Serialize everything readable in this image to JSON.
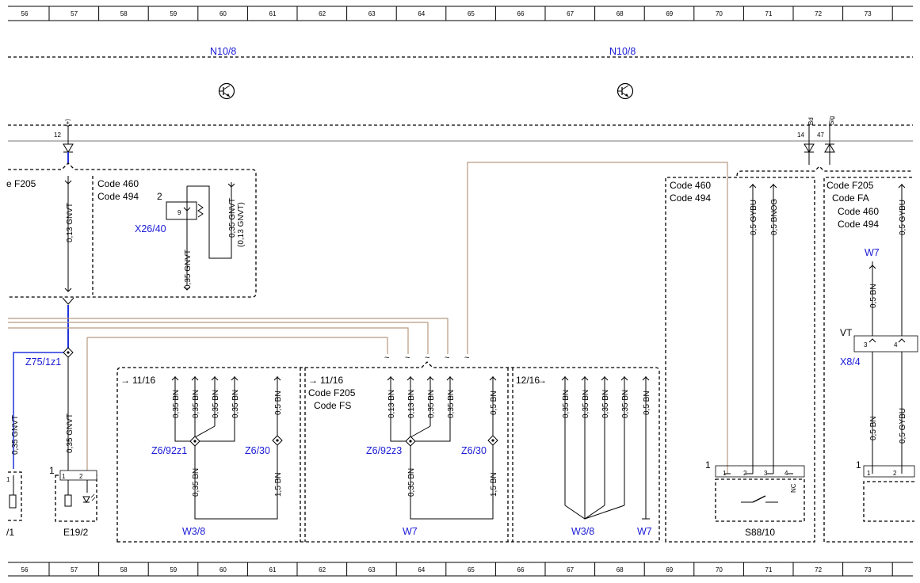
{
  "grid": {
    "numbers": [
      "56",
      "57",
      "58",
      "59",
      "60",
      "61",
      "62",
      "63",
      "64",
      "65",
      "66",
      "67",
      "68",
      "69",
      "70",
      "71",
      "72",
      "73"
    ]
  },
  "ecu": {
    "left": "N10/8",
    "right": "N10/8"
  },
  "pins_top": {
    "p12": "12",
    "p12sig": "(+)",
    "p14": "14",
    "p14sig": "Bd",
    "p47": "47",
    "p47sig": "Sig"
  },
  "codes": {
    "left_partial": "e F205",
    "c460": "Code 460",
    "c494": "Code 494",
    "f205": "Code F205",
    "fs": "Code FS",
    "fa": "Code FA",
    "sec1": "11/16",
    "sec2": "11/16",
    "sec3": "12/16"
  },
  "components": {
    "x26_40": "X26/40",
    "x26_pin2": "2",
    "x26_pin9": "9",
    "z75": "Z75/1z1",
    "z6_92z1": "Z6/92z1",
    "z6_30a": "Z6/30",
    "z6_92z3": "Z6/92z3",
    "z6_30b": "Z6/30",
    "w3_8a": "W3/8",
    "w7a": "W7",
    "w3_8b": "W3/8",
    "w7b": "W7",
    "w7c": "W7",
    "x8_4": "X8/4",
    "vt": "VT",
    "e19_2": "E19/2",
    "left_cut": "/1",
    "s88_10": "S88/10",
    "pin1": "1",
    "pin2": "2",
    "pin3": "3",
    "pin4": "4",
    "nc": "NC"
  },
  "wires": {
    "gnvt013": "0,13 GNVT",
    "gnvt035": "0,35 GNVT",
    "gnvt035alt": "(0,13 GNVT)",
    "bn035": "0,35 BN",
    "bn05": "0,5 BN",
    "bn15": "1,5 BN",
    "bn013": "0,13 BN",
    "gybu05": "0,5 GYBU",
    "bnog05": "0,5 BNOG"
  }
}
